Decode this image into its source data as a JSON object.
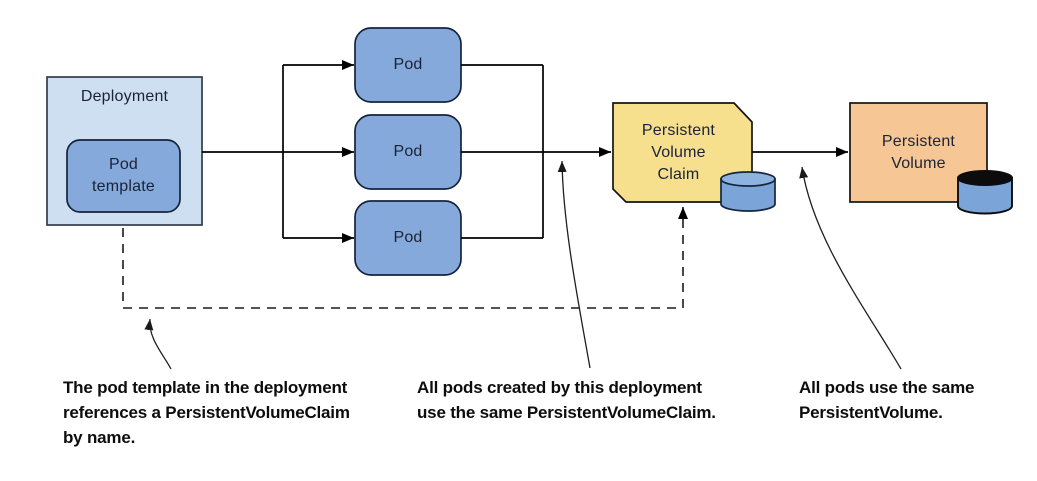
{
  "title": "Deployment with PersistentVolumeClaim and PersistentVolume diagram",
  "colors": {
    "deployment_fill": "#cfdff2",
    "pod_fill": "#85a9da",
    "pvc_fill": "#f6e08e",
    "pv_fill": "#f6c795",
    "cylinder_fill": "#7ba4d8",
    "cylinder_top_fill": "#8db3e0",
    "pv_cylinder_top_fill": "#0c0c0c",
    "line": "#000000"
  },
  "nodes": {
    "deployment": {
      "label": "Deployment"
    },
    "pod_template": {
      "label": "Pod\ntemplate"
    },
    "pods": [
      {
        "label": "Pod"
      },
      {
        "label": "Pod"
      },
      {
        "label": "Pod"
      }
    ],
    "persistent_volume_claim": {
      "label": "Persistent\nVolume\nClaim"
    },
    "persistent_volume": {
      "label": "Persistent\nVolume"
    }
  },
  "captions": [
    {
      "text": "The pod template in the deployment\nreferences a PersistentVolumeClaim\nby name."
    },
    {
      "text": "All pods created by this deployment\nuse the same PersistentVolumeClaim."
    },
    {
      "text": "All pods use the same\nPersistentVolume."
    }
  ]
}
